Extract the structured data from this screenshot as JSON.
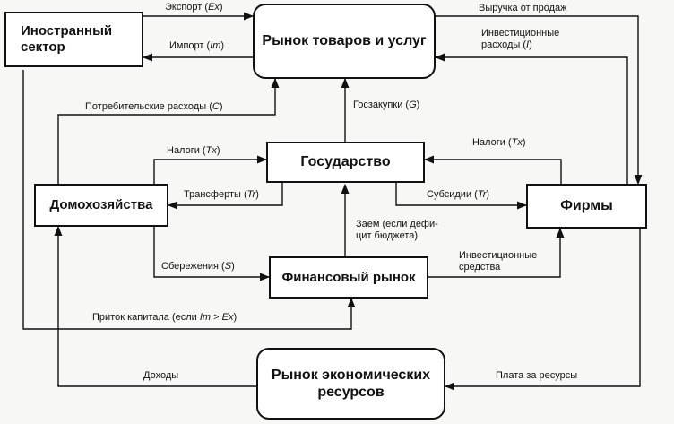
{
  "boxes": {
    "foreign": "Иностранный сектор",
    "goods_market": "Рынок товаров и услуг",
    "government": "Государство",
    "households": "Домохозяйства",
    "firms": "Фирмы",
    "financial_market": "Финансовый рынок",
    "resource_market": "Рынок экономических ресурсов"
  },
  "flows": {
    "export": {
      "text": "Экспорт (",
      "sym": "Ex",
      "tail": ")"
    },
    "import": {
      "text": "Импорт (",
      "sym": "Im",
      "tail": ")"
    },
    "revenue": {
      "text": "Выручка от продаж"
    },
    "investment_spending": {
      "line1": "Инвестиционные",
      "text": "расходы (",
      "sym": "I",
      "tail": ")"
    },
    "consumer_spending": {
      "text": "Потребительские расходы (",
      "sym": "C",
      "tail": ")"
    },
    "gov_purchases": {
      "text": "Госзакупки (",
      "sym": "G",
      "tail": ")"
    },
    "taxes_households": {
      "text": "Налоги (",
      "sym": "Tx",
      "tail": ")"
    },
    "taxes_firms": {
      "text": "Налоги (",
      "sym": "Tx",
      "tail": ")"
    },
    "transfers": {
      "text": "Трансферты (",
      "sym": "Tr",
      "tail": ")"
    },
    "subsidies": {
      "text": "Субсидии (",
      "sym": "Tr",
      "tail": ")"
    },
    "loan": {
      "line1": "Заем (если дефи-",
      "line2": "цит бюджета)"
    },
    "savings": {
      "text": "Сбережения (",
      "sym": "S",
      "tail": ")"
    },
    "investment_funds": {
      "line1": "Инвестиционные",
      "line2": "средства"
    },
    "capital_inflow": {
      "text": "Приток капитала (если ",
      "sym": "Im",
      "mid": " > ",
      "sym2": "Ex",
      "tail": ")"
    },
    "incomes": {
      "text": "Доходы"
    },
    "resource_payment": {
      "text": "Плата за ресурсы"
    }
  }
}
